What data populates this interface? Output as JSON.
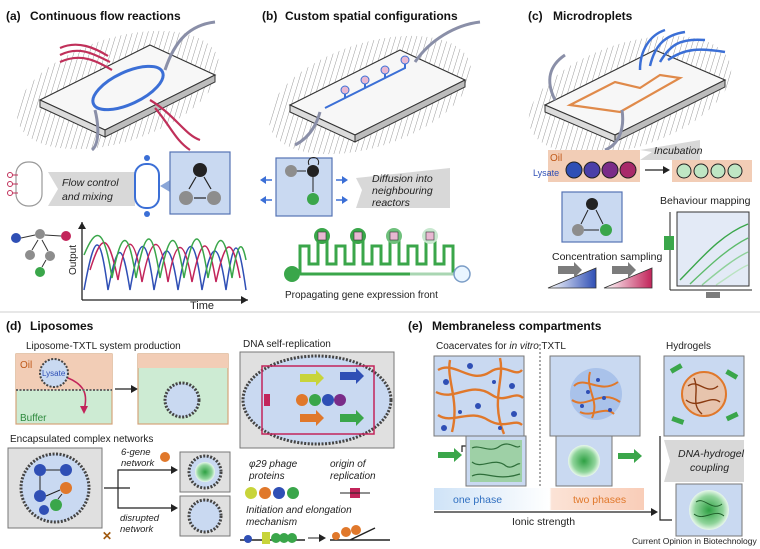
{
  "panels": {
    "a": {
      "letter": "(a)",
      "title": "Continuous flow reactions",
      "callout": [
        "Flow control",
        "and mixing"
      ],
      "axis_y": "Output",
      "axis_x": "Time"
    },
    "b": {
      "letter": "(b)",
      "title": "Custom spatial configurations",
      "callout": [
        "Diffusion into",
        "neighbouring",
        "reactors"
      ],
      "caption": "Propagating gene expression front"
    },
    "c": {
      "letter": "(c)",
      "title": "Microdroplets",
      "oil": "Oil",
      "lysate": "Lysate",
      "incubation": "Incubation",
      "behaviour": "Behaviour mapping",
      "sampling": "Concentration sampling"
    },
    "d": {
      "letter": "(d)",
      "title": "Liposomes",
      "system": "Liposome-TXTL system production",
      "oil": "Oil",
      "lysate": "Lysate",
      "buffer": "Buffer",
      "encap": "Encapsulated complex networks",
      "gene6": [
        "6-gene",
        "network"
      ],
      "disrupted": [
        "disrupted",
        "network"
      ],
      "dna_rep": "DNA self-replication",
      "phi29": [
        "φ29 phage",
        "proteins"
      ],
      "origin": [
        "origin of",
        "replication"
      ],
      "init": [
        "Initiation and elongation",
        "mechanism"
      ]
    },
    "e": {
      "letter": "(e)",
      "title": "Membraneless compartments",
      "coacervates_pre": "Coacervates for ",
      "coacervates_it": "in vitro",
      "coacervates_post": " TXTL",
      "hydrogels": "Hydrogels",
      "coupling": [
        "DNA-hydrogel",
        "coupling"
      ],
      "one_phase": "one phase",
      "two_phases": "two phases",
      "ionic": "Ionic strength"
    }
  },
  "footer": "Current Opinion in Biotechnology",
  "colors": {
    "panel_blue": "#c9d9f1",
    "oil": "#f2cdb6",
    "buffer": "#cdebd3",
    "green": "#3aa64a",
    "magenta": "#c2245a",
    "blue_node": "#2f4fb5",
    "orange": "#e0782b",
    "one_phase": "#cfe3f7",
    "two_phases": "#fbd9c9"
  }
}
